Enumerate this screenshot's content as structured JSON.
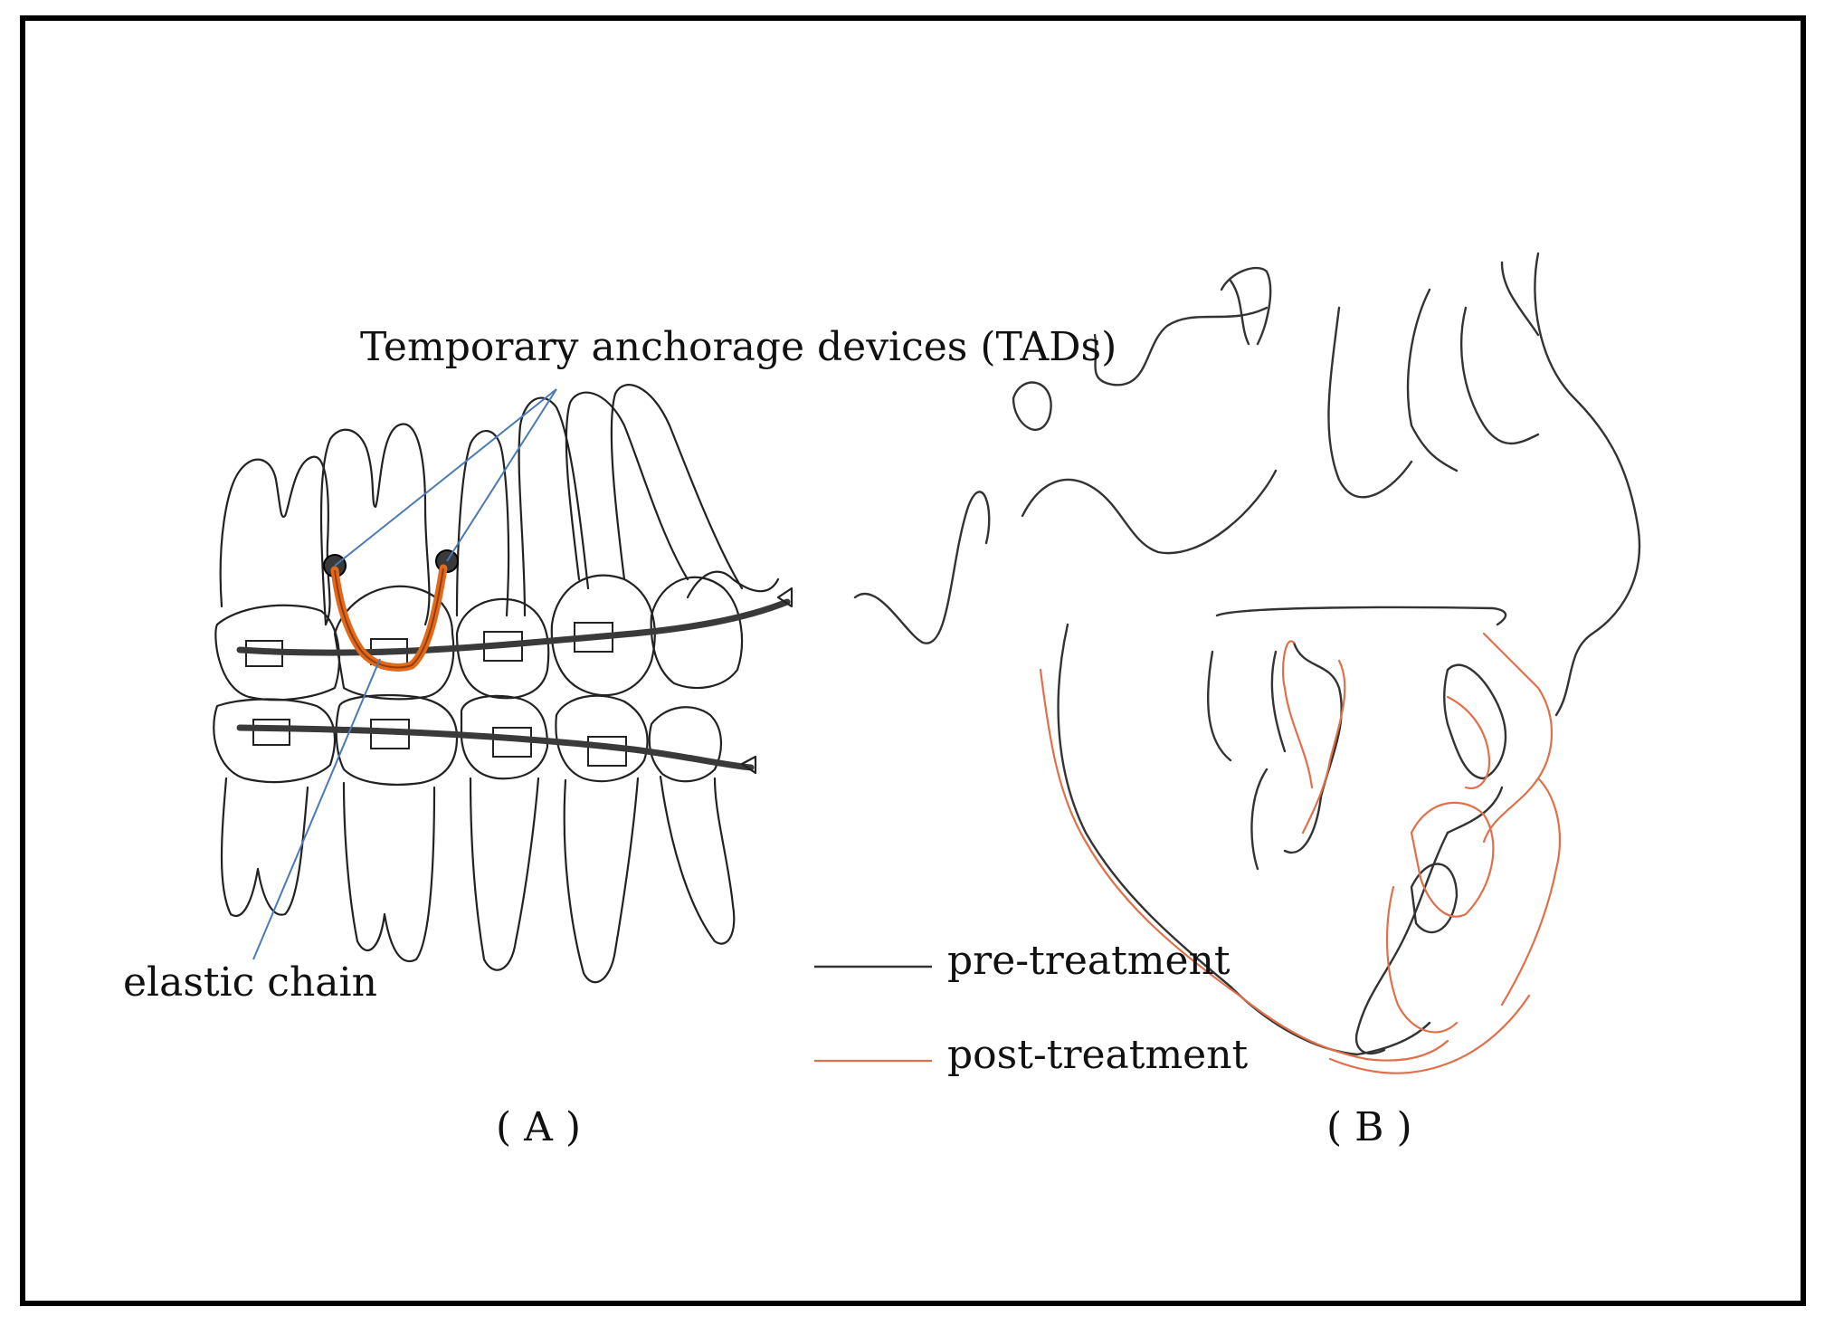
{
  "labels": {
    "tads": "Temporary anchorage devices (TADs)",
    "elastic_chain": "elastic chain",
    "panel_a": "( A )",
    "panel_b": "( B )"
  },
  "legend": {
    "pre": "pre-treatment",
    "post": "post-treatment"
  },
  "colors": {
    "pre_treatment": "#333333",
    "post_treatment": "#e0704a",
    "elastic_chain": "#e06a1c",
    "pointer_lines": "#4a7ab5"
  }
}
